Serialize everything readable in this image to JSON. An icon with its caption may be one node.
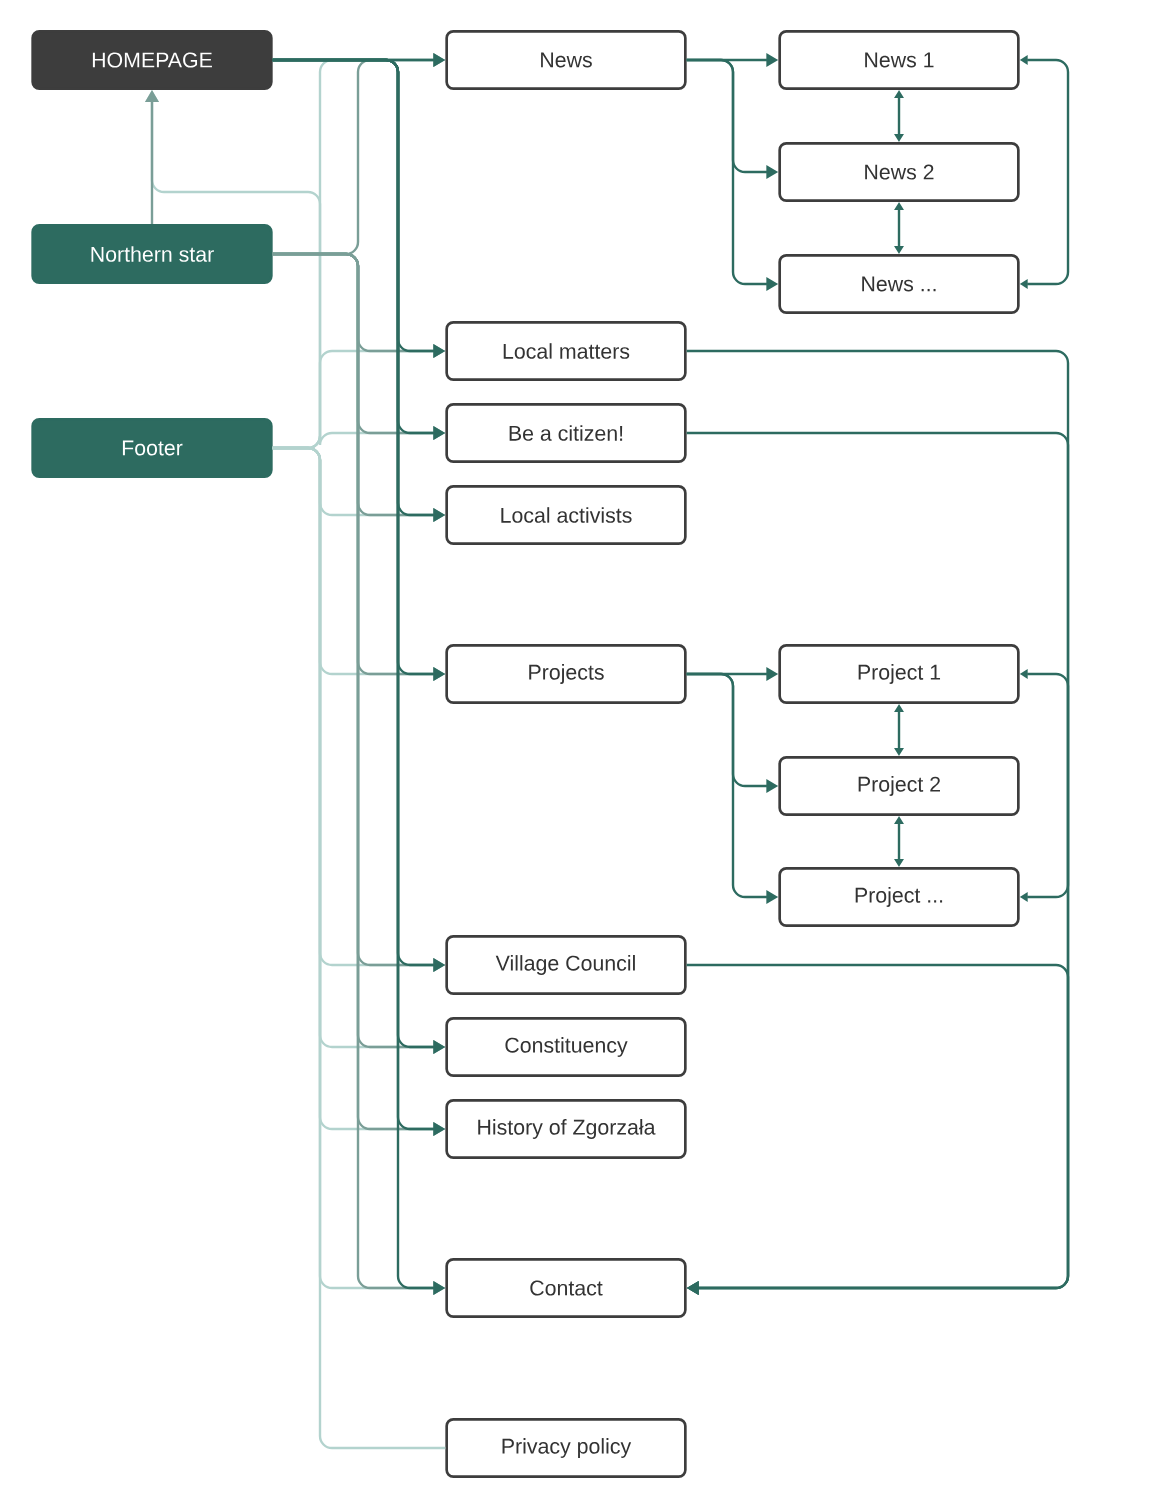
{
  "diagram": {
    "nodes": [
      {
        "text": [
          "HOMEPAGE"
        ]
      },
      {
        "text": [
          "Northern star"
        ]
      },
      {
        "text": [
          "Footer"
        ]
      },
      {
        "text": [
          "News"
        ]
      },
      {
        "text": [
          "News 1"
        ]
      },
      {
        "text": [
          "News 2"
        ]
      },
      {
        "text": [
          "News ..."
        ]
      },
      {
        "text": [
          "Local matters"
        ]
      },
      {
        "text": [
          "Be a citizen!"
        ]
      },
      {
        "text": [
          "Local activists"
        ]
      },
      {
        "text": [
          "Projects"
        ]
      },
      {
        "text": [
          "Project 1"
        ]
      },
      {
        "text": [
          "Project 2"
        ]
      },
      {
        "text": [
          "Project ..."
        ]
      },
      {
        "text": [
          "Village Council"
        ]
      },
      {
        "text": [
          "Constituency"
        ]
      },
      {
        "text": [
          "History of Zgorzała"
        ]
      },
      {
        "text": [
          "Contact"
        ]
      },
      {
        "text": [
          "Privacy policy"
        ]
      }
    ],
    "edges": [
      {
        "from": 0,
        "to": 3,
        "arrow": "to"
      },
      {
        "from": 0,
        "to": 7,
        "arrow": "to"
      },
      {
        "from": 0,
        "to": 8,
        "arrow": "to"
      },
      {
        "from": 0,
        "to": 9,
        "arrow": "to"
      },
      {
        "from": 0,
        "to": 10,
        "arrow": "to"
      },
      {
        "from": 0,
        "to": 14,
        "arrow": "to"
      },
      {
        "from": 0,
        "to": 15,
        "arrow": "to"
      },
      {
        "from": 0,
        "to": 16,
        "arrow": "to"
      },
      {
        "from": 0,
        "to": 17,
        "arrow": "to"
      },
      {
        "from": 1,
        "to": 0,
        "arrow": "to",
        "color": "#7a9e97"
      },
      {
        "from": 1,
        "to": 3,
        "arrow": "to",
        "color": "#7a9e97"
      },
      {
        "from": 1,
        "to": 7,
        "arrow": "to",
        "color": "#7a9e97"
      },
      {
        "from": 1,
        "to": 8,
        "arrow": "to",
        "color": "#7a9e97"
      },
      {
        "from": 1,
        "to": 9,
        "arrow": "to",
        "color": "#7a9e97"
      },
      {
        "from": 1,
        "to": 10,
        "arrow": "to",
        "color": "#7a9e97"
      },
      {
        "from": 1,
        "to": 14,
        "arrow": "to",
        "color": "#7a9e97"
      },
      {
        "from": 1,
        "to": 15,
        "arrow": "to",
        "color": "#7a9e97"
      },
      {
        "from": 1,
        "to": 16,
        "arrow": "to",
        "color": "#7a9e97"
      },
      {
        "from": 1,
        "to": 17,
        "arrow": "to",
        "color": "#7a9e97"
      },
      {
        "from": 2,
        "to": 0,
        "arrow": "to",
        "color": "#b3d3ce"
      },
      {
        "from": 2,
        "to": 3,
        "arrow": "to",
        "color": "#b3d3ce"
      },
      {
        "from": 2,
        "to": 7,
        "arrow": "to",
        "color": "#b3d3ce"
      },
      {
        "from": 2,
        "to": 8,
        "arrow": "to",
        "color": "#b3d3ce"
      },
      {
        "from": 2,
        "to": 9,
        "arrow": "to",
        "color": "#b3d3ce"
      },
      {
        "from": 2,
        "to": 10,
        "arrow": "to",
        "color": "#b3d3ce"
      },
      {
        "from": 2,
        "to": 14,
        "arrow": "to",
        "color": "#b3d3ce"
      },
      {
        "from": 2,
        "to": 15,
        "arrow": "to",
        "color": "#b3d3ce"
      },
      {
        "from": 2,
        "to": 16,
        "arrow": "to",
        "color": "#b3d3ce"
      },
      {
        "from": 2,
        "to": 17,
        "arrow": "to",
        "color": "#b3d3ce"
      },
      {
        "from": 2,
        "to": 18,
        "arrow": "none",
        "color": "#b3d3ce"
      },
      {
        "from": 3,
        "to": 4,
        "arrow": "to"
      },
      {
        "from": 3,
        "to": 5,
        "arrow": "to"
      },
      {
        "from": 3,
        "to": 6,
        "arrow": "to"
      },
      {
        "from": 4,
        "to": 5,
        "arrow": "both"
      },
      {
        "from": 5,
        "to": 6,
        "arrow": "both"
      },
      {
        "from": 4,
        "to": 6,
        "arrow": "both"
      },
      {
        "from": 10,
        "to": 11,
        "arrow": "to"
      },
      {
        "from": 10,
        "to": 12,
        "arrow": "to"
      },
      {
        "from": 10,
        "to": 13,
        "arrow": "to"
      },
      {
        "from": 11,
        "to": 12,
        "arrow": "both"
      },
      {
        "from": 12,
        "to": 13,
        "arrow": "both"
      },
      {
        "from": 11,
        "to": 13,
        "arrow": "both"
      },
      {
        "from": 7,
        "to": 17,
        "arrow": "to"
      },
      {
        "from": 8,
        "to": 17,
        "arrow": "to"
      },
      {
        "from": 14,
        "to": 17,
        "arrow": "to"
      }
    ]
  }
}
